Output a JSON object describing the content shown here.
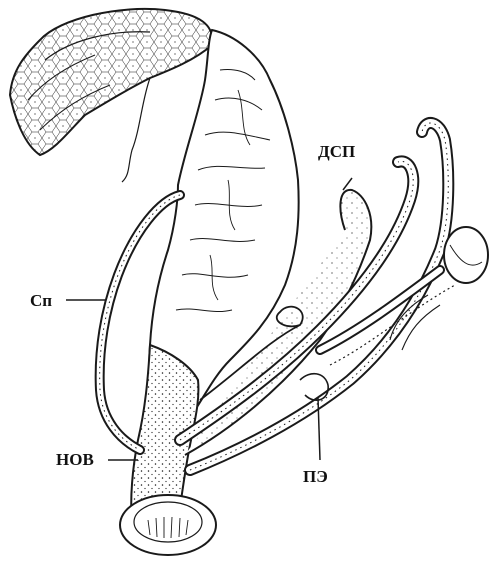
{
  "labels": {
    "dsp": "ДСП",
    "sp": "Сп",
    "nov": "НОВ",
    "pe": "ПЭ"
  },
  "colors": {
    "ink": "#1a1a1a",
    "paper": "#ffffff"
  }
}
